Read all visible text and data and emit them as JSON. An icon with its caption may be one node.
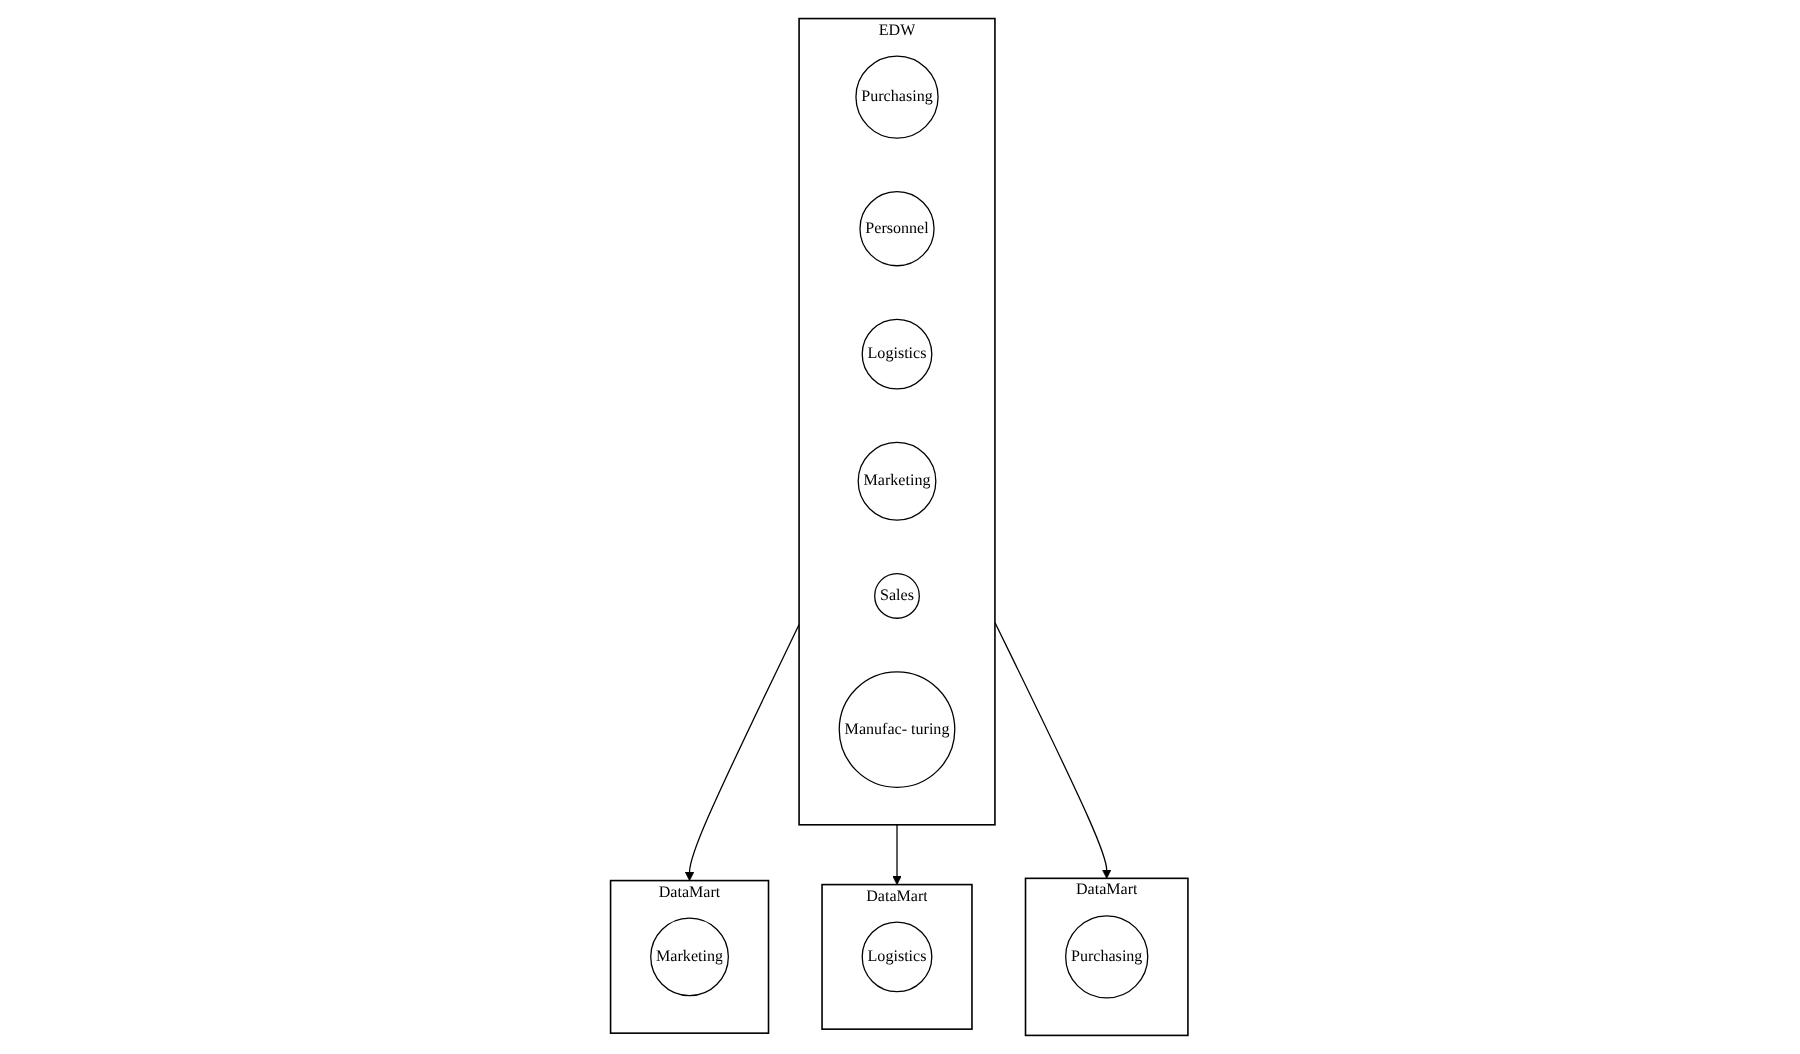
{
  "diagram": {
    "nodes": [
      {
        "text": [
          "EDW"
        ]
      },
      {
        "text": [
          "Purchasing"
        ],
        "in": 0
      },
      {
        "text": [
          "Personnel"
        ],
        "in": 0
      },
      {
        "text": [
          "Logistics"
        ],
        "in": 0
      },
      {
        "text": [
          "Marketing"
        ],
        "in": 0
      },
      {
        "text": [
          "Sales"
        ],
        "in": 0
      },
      {
        "text": [
          "Manufac- turing"
        ],
        "in": 0
      },
      {
        "text": [
          "DataMart"
        ]
      },
      {
        "text": [
          "Marketing"
        ],
        "in": 7
      },
      {
        "text": [
          "DataMart"
        ]
      },
      {
        "text": [
          "Logistics"
        ],
        "in": 9
      },
      {
        "text": [
          "DataMart"
        ]
      },
      {
        "text": [
          "Purchasing"
        ],
        "in": 11
      }
    ],
    "edges": [
      {
        "from": 0,
        "to": 7,
        "arrow": "to"
      },
      {
        "from": 0,
        "to": 9,
        "arrow": "to"
      },
      {
        "from": 0,
        "to": 11,
        "arrow": "to"
      }
    ]
  }
}
